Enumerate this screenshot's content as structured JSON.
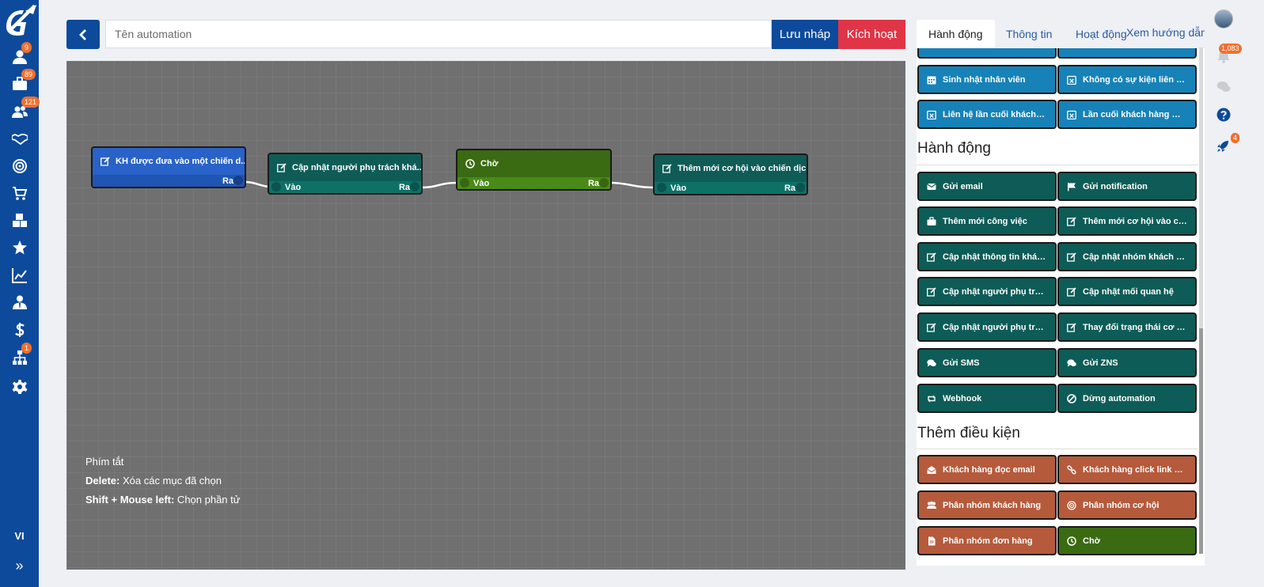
{
  "sidebar": {
    "items": [
      {
        "icon": "user-icon",
        "badge": "9"
      },
      {
        "icon": "briefcase-icon",
        "badge": "89"
      },
      {
        "icon": "users-icon",
        "badge": "121"
      },
      {
        "icon": "handshake-icon",
        "badge": ""
      },
      {
        "icon": "target-icon",
        "badge": ""
      },
      {
        "icon": "cart-icon",
        "badge": ""
      },
      {
        "icon": "boxes-icon",
        "badge": ""
      },
      {
        "icon": "star-icon",
        "badge": ""
      },
      {
        "icon": "chart-line-icon",
        "badge": ""
      },
      {
        "icon": "user-tie-icon",
        "badge": ""
      },
      {
        "icon": "dollar-icon",
        "badge": ""
      },
      {
        "icon": "sitemap-icon",
        "badge": "1"
      },
      {
        "icon": "gear-icon",
        "badge": ""
      }
    ],
    "language": "VI",
    "expand": "»"
  },
  "toolbar": {
    "name_placeholder": "Tên automation",
    "save_label": "Lưu nháp",
    "activate_label": "Kích hoạt"
  },
  "canvas": {
    "nodes": [
      {
        "title": "KH được đưa vào một chiến d...",
        "in": "",
        "out": "Ra"
      },
      {
        "title": "Cập nhật người phụ trách khá...",
        "in": "Vào",
        "out": "Ra"
      },
      {
        "title": "Chờ",
        "in": "Vào",
        "out": "Ra"
      },
      {
        "title": "Thêm mới cơ hội vào chiến dịch",
        "in": "Vào",
        "out": "Ra"
      }
    ],
    "shortcuts": {
      "title": "Phím tắt",
      "delete_key": "Delete:",
      "delete_desc": " Xóa các mục đã chọn",
      "shift_key": "Shift + Mouse left:",
      "shift_desc": " Chọn phần tử"
    }
  },
  "panel": {
    "tabs": [
      "Hành động",
      "Thông tin",
      "Hoạt động"
    ],
    "help_link": "Xem hướng dẫn",
    "events": [
      "Sinh nhật nhân viên",
      "Không có sự kiện liên quan",
      "Liên hệ lần cuối khách hàng",
      "Lần cuối khách hàng mua..."
    ],
    "actions_title": "Hành động",
    "actions": [
      "Gửi email",
      "Gửi notification",
      "Thêm mới công việc",
      "Thêm mới cơ hội vào chiế...",
      "Cập nhật thông tin khách ...",
      "Cập nhật nhóm khách hàng",
      "Cập nhật người phụ trách ...",
      "Cập nhật mối quan hệ",
      "Cập nhật người phụ trách ...",
      "Thay đổi trạng thái cơ hội ...",
      "Gửi SMS",
      "Gửi ZNS",
      "Webhook",
      "Dừng automation"
    ],
    "conditions_title": "Thêm điều kiện",
    "conditions": [
      "Khách hàng đọc email",
      "Khách hàng click link email",
      "Phân nhóm khách hàng",
      "Phân nhóm cơ hội",
      "Phân nhóm đơn hàng",
      "Chờ"
    ]
  },
  "right_rail": {
    "notifications_badge": "1,083",
    "rocket_badge": "4"
  },
  "colors": {
    "brand": "#0d4a9c",
    "danger": "#e03546",
    "event": "#1782b8",
    "action": "#0e5c57",
    "condition": "#b65a3c",
    "wait": "#3a6a12",
    "badge": "#f0702e"
  }
}
